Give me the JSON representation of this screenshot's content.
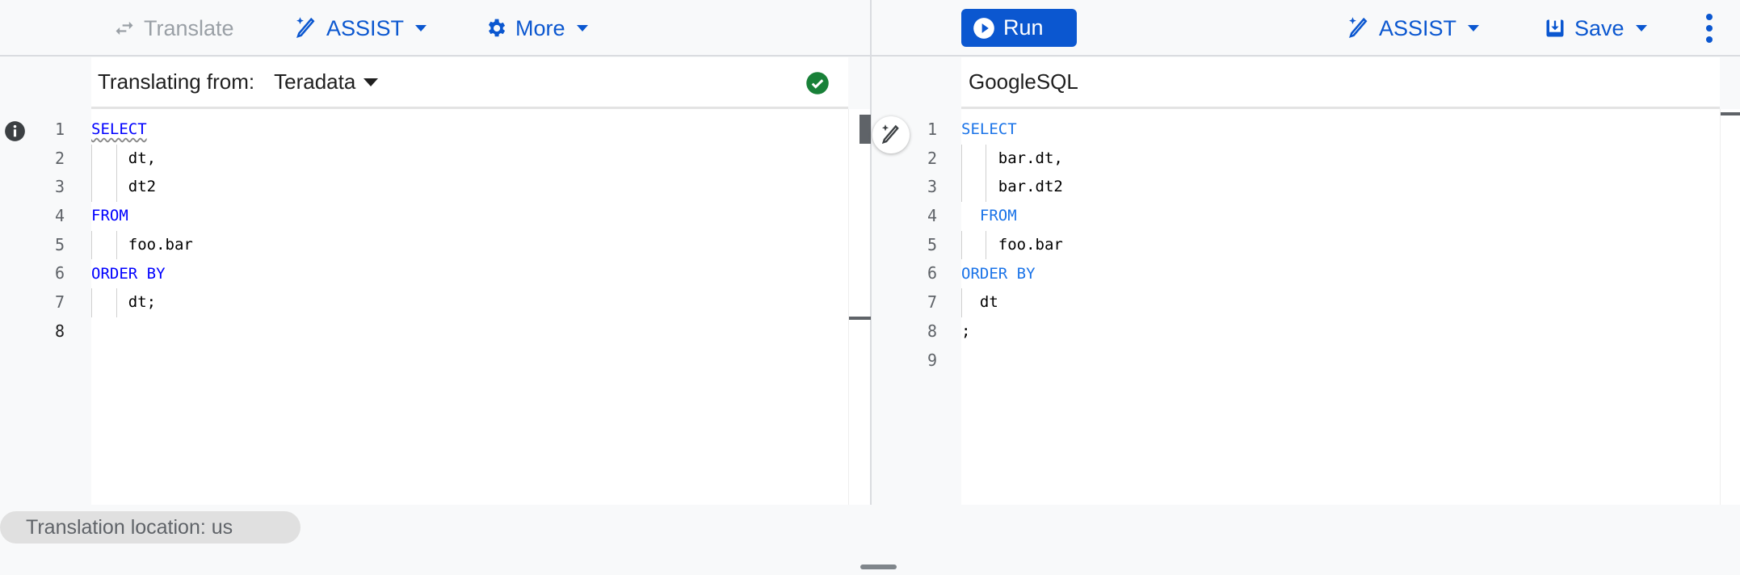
{
  "left_toolbar": {
    "translate": "Translate",
    "assist": "ASSIST",
    "more": "More"
  },
  "right_toolbar": {
    "run": "Run",
    "assist": "ASSIST",
    "save": "Save"
  },
  "source_panel": {
    "label": "Translating from:",
    "dialect": "Teradata",
    "status": "valid",
    "lines": [
      {
        "n": "1",
        "indent": 0,
        "text": "SELECT",
        "kw": true
      },
      {
        "n": "2",
        "indent": 4,
        "text": "dt,",
        "kw": false
      },
      {
        "n": "3",
        "indent": 4,
        "text": "dt2",
        "kw": false
      },
      {
        "n": "4",
        "indent": 0,
        "text": "FROM",
        "kw": true
      },
      {
        "n": "5",
        "indent": 4,
        "text": "foo.bar",
        "kw": false
      },
      {
        "n": "6",
        "indent": 0,
        "text": "ORDER BY",
        "kw": true
      },
      {
        "n": "7",
        "indent": 4,
        "text": "dt;",
        "kw": false
      },
      {
        "n": "8",
        "indent": 0,
        "text": "",
        "kw": false
      }
    ]
  },
  "target_panel": {
    "dialect": "GoogleSQL",
    "lines": [
      {
        "n": "1",
        "indent": 0,
        "text": "SELECT",
        "kw": true
      },
      {
        "n": "2",
        "indent": 4,
        "text": "bar.dt,",
        "kw": false
      },
      {
        "n": "3",
        "indent": 4,
        "text": "bar.dt2",
        "kw": false
      },
      {
        "n": "4",
        "indent": 2,
        "text": "FROM",
        "kw": true
      },
      {
        "n": "5",
        "indent": 4,
        "text": "foo.bar",
        "kw": false
      },
      {
        "n": "6",
        "indent": 0,
        "text": "ORDER BY",
        "kw": true
      },
      {
        "n": "7",
        "indent": 2,
        "text": "dt",
        "kw": false
      },
      {
        "n": "8",
        "indent": 0,
        "text": ";",
        "kw": false
      },
      {
        "n": "9",
        "indent": 0,
        "text": "",
        "kw": false
      }
    ]
  },
  "status_bar": {
    "location": "Translation location: us"
  },
  "colors": {
    "accent": "#0b57d0",
    "success": "#188038",
    "keyword_source": "#0000ff",
    "keyword_target": "#1a73e8"
  }
}
